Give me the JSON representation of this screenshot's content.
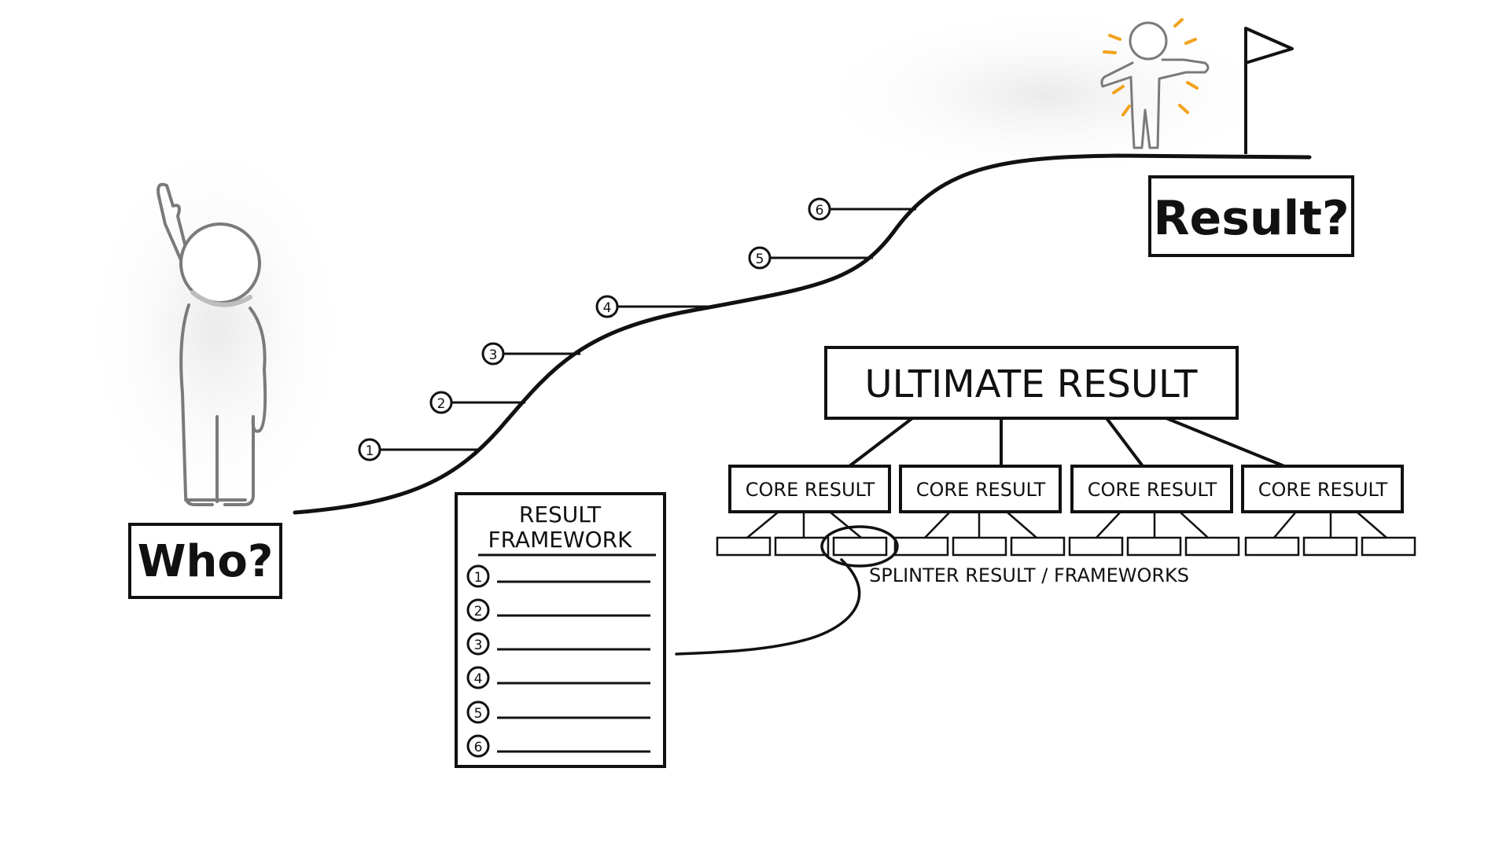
{
  "labels": {
    "who": "Who?",
    "result": "Result?",
    "ultimate_result": "ULTIMATE RESULT",
    "core_results": [
      "CORE RESULT",
      "CORE RESULT",
      "CORE RESULT",
      "CORE RESULT"
    ],
    "splinter_caption": "SPLINTER RESULT / FRAMEWORKS",
    "framework_title_line1": "RESULT",
    "framework_title_line2": "FRAMEWORK"
  },
  "steps": [
    "1",
    "2",
    "3",
    "4",
    "5",
    "6"
  ],
  "framework_items": [
    "1",
    "2",
    "3",
    "4",
    "5",
    "6"
  ],
  "icons": {
    "person_left": "person-raising-hand-icon",
    "person_right": "person-celebrating-icon",
    "flag": "flag-icon"
  },
  "colors": {
    "ink": "#111111",
    "figure_outline": "#7a7a7a",
    "sparkle": "#f2a21b"
  }
}
